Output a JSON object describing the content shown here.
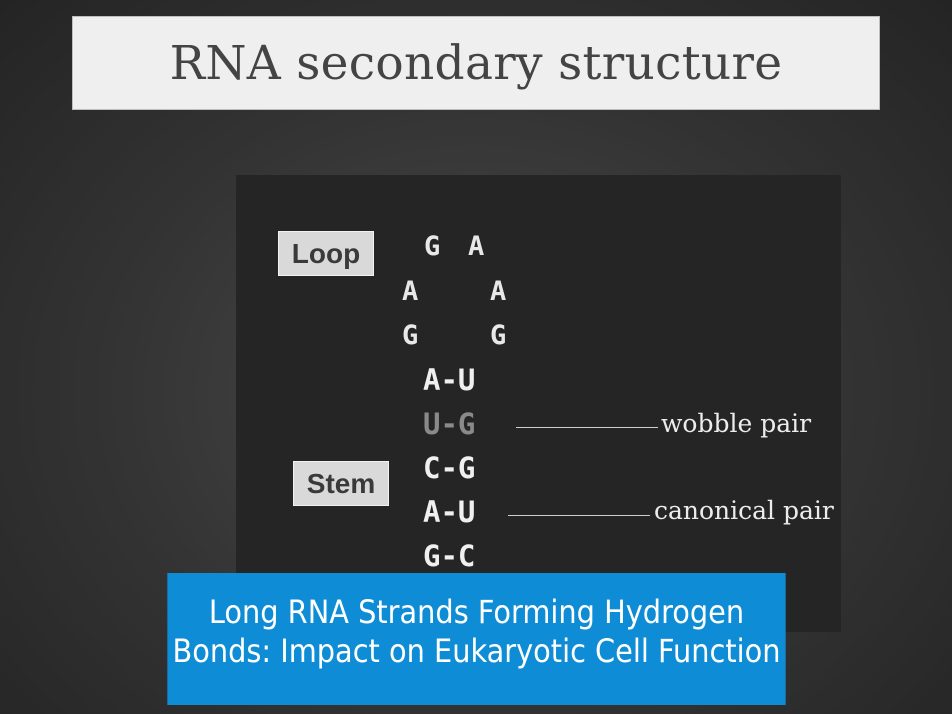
{
  "title": "RNA secondary structure",
  "labels": {
    "loop": "Loop",
    "stem": "Stem"
  },
  "loop": {
    "top_left": "G",
    "top_right": "A",
    "row2_left": "A",
    "row2_right": "A",
    "row3_left": "G",
    "row3_right": "G"
  },
  "stem_pairs": [
    {
      "text": "A-U",
      "highlight": false
    },
    {
      "text": "U-G",
      "highlight": true
    },
    {
      "text": "C-G",
      "highlight": false
    },
    {
      "text": "A-U",
      "highlight": false
    },
    {
      "text": "G-C",
      "highlight": false
    }
  ],
  "annotations": {
    "wobble": "wobble pair",
    "canonical": "canonical pair"
  },
  "caption": "Long RNA Strands Forming Hydrogen Bonds: Impact on Eukaryotic Cell Function",
  "colors": {
    "caption_bg": "#0e8dd6",
    "title_bg": "#efefef",
    "panel_bg": "#252525",
    "wobble_pair": "#8a8a8a"
  }
}
